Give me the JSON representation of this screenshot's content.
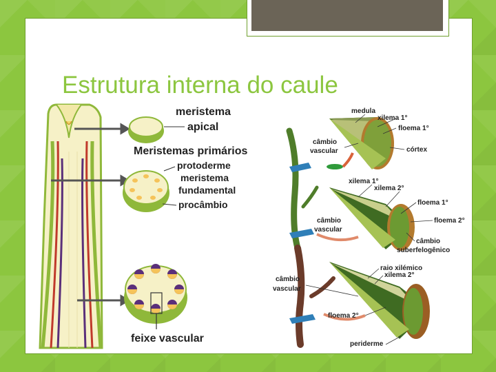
{
  "slide": {
    "title": "Estrutura interna do caule"
  },
  "left_diagram": {
    "meristema": "meristema",
    "apical": "apical",
    "meristemas_primarios": "Meristemas primários",
    "protoderme": "protoderme",
    "meristema2": "meristema",
    "fundamental": "fundamental",
    "procambio": "procâmbio",
    "feixe_vascular": "feixe vascular"
  },
  "right_diagram": {
    "medula": "medula",
    "xilema1_top": "xilema 1°",
    "floema1_top": "floema 1°",
    "cambio_top": "câmbio",
    "vascular_top": "vascular",
    "cortex": "córtex",
    "xilema1_mid": "xilema 1°",
    "xilema2_mid": "xilema 2°",
    "floema1_mid": "floema 1°",
    "cambio_mid": "câmbio",
    "vascular_mid": "vascular",
    "floema2_mid": "floema 2°",
    "cambio_sub": "câmbio",
    "suberofelogenico": "suberfelogênico",
    "raio_xilemico": "raio xilémico",
    "xilema2_low": "xilema 2°",
    "cambio_low": "câmbio",
    "vascular_low": "vascular",
    "floema2_low": "floema 2°",
    "periderme": "periderme"
  },
  "colors": {
    "background": "#8cc63f",
    "title": "#8cc63f",
    "tab": "#6b6457",
    "stem_green": "#8fb83a",
    "xylem_purple": "#5a2f7a",
    "phloem_red": "#c0392b"
  }
}
